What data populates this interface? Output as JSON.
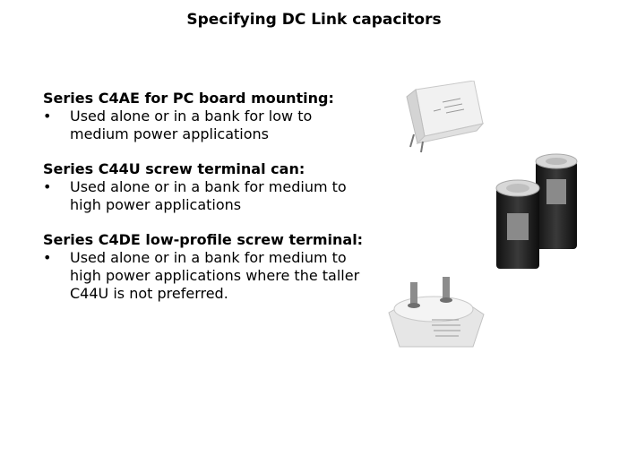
{
  "title": "Specifying DC Link capacitors",
  "sections": [
    {
      "heading": "Series C4AE for PC board mounting:",
      "bullet": "Used alone or in a bank for low to medium power applications"
    },
    {
      "heading": "Series C44U screw terminal can:",
      "bullet": "Used alone or in a bank for medium to high power applications"
    },
    {
      "heading": "Series C4DE low-profile screw terminal:",
      "bullet": "Used alone or in a bank for medium to high power applications where the taller C44U is not preferred."
    }
  ],
  "bullet_symbol": "•"
}
